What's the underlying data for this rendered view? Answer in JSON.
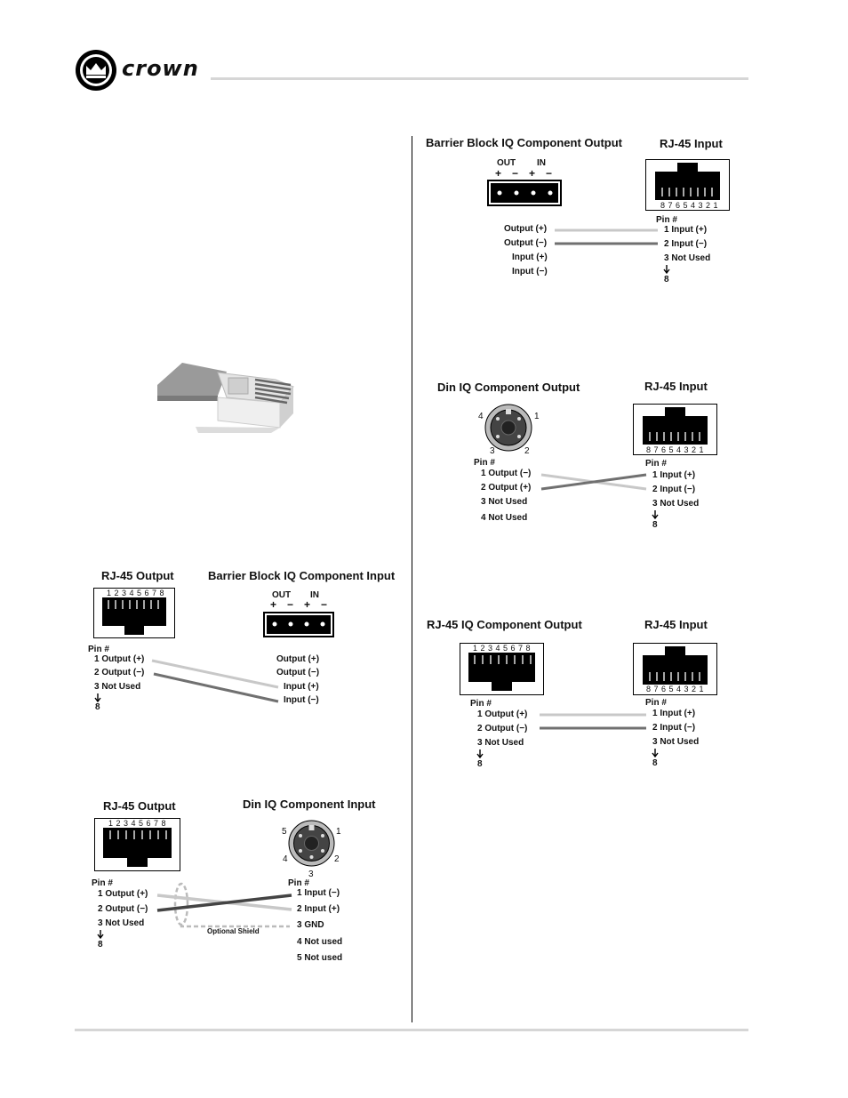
{
  "brand": {
    "name": "crown"
  },
  "diagrams": {
    "barrier_out": {
      "title_left": "Barrier Block IQ Component Output",
      "title_right": "RJ-45 Input",
      "out_label": "OUT",
      "in_label": "IN",
      "plus": "+",
      "minus": "−",
      "pin_header": "Pin #",
      "jack_numbers": "8 7 6 5 4 3 2 1",
      "left_labels": [
        "Output (+)",
        "Output (−)",
        "Input (+)",
        "Input (−)"
      ],
      "right_labels": [
        "1  Input (+)",
        "2  Input (−)",
        "3  Not Used"
      ],
      "arrow_end": "8"
    },
    "din_out": {
      "title_left": "Din IQ Component Output",
      "title_right": "RJ-45 Input",
      "din_pins": [
        "4",
        "1",
        "3",
        "2"
      ],
      "pin_header": "Pin #",
      "jack_numbers": "8 7 6 5 4 3 2 1",
      "left_labels": [
        "1  Output (−)",
        "2  Output (+)",
        "3  Not Used",
        "4  Not Used"
      ],
      "right_labels": [
        "1  Input (+)",
        "2  Input (−)",
        "3 Not Used"
      ],
      "arrow_end": "8"
    },
    "rj45_out_barrier_in": {
      "title_left": "RJ-45 Output",
      "title_right": "Barrier Block IQ Component Input",
      "jack_numbers": "1 2 3 4 5 6 7 8",
      "out_label": "OUT",
      "in_label": "IN",
      "plus": "+",
      "minus": "−",
      "pin_header": "Pin #",
      "left_labels": [
        "1  Output (+)",
        "2  Output (−)",
        "3  Not Used"
      ],
      "right_labels": [
        "Output (+)",
        "Output (−)",
        "Input (+)",
        "Input (−)"
      ],
      "arrow_end": "8"
    },
    "rj45_iq_out": {
      "title_left": "RJ-45 IQ Component Output",
      "title_right": "RJ-45 Input",
      "jack_numbers_left": "1 2 3 4 5 6 7 8",
      "jack_numbers_right": "8 7 6 5 4 3 2 1",
      "pin_header_left": "Pin #",
      "pin_header_right": "Pin #",
      "left_labels": [
        "1  Output (+)",
        "2  Output (−)",
        "3  Not Used"
      ],
      "right_labels": [
        "1  Input (+)",
        "2  Input (−)",
        "3  Not Used"
      ],
      "arrow_end": "8"
    },
    "rj45_out_din_in": {
      "title_left": "RJ-45 Output",
      "title_right": "Din IQ Component Input",
      "jack_numbers": "1 2 3 4 5 6 7 8",
      "din_pins": [
        "5",
        "1",
        "4",
        "2",
        "3"
      ],
      "pin_header_left": "Pin #",
      "pin_header_right": "Pin #",
      "left_labels": [
        "1  Output (+)",
        "2  Output (−)",
        "3  Not Used"
      ],
      "right_labels": [
        "1  Input (−)",
        "2  Input (+)",
        "3  GND",
        "4  Not used",
        "5  Not used"
      ],
      "shield_label": "Optional Shield",
      "arrow_end": "8"
    }
  }
}
